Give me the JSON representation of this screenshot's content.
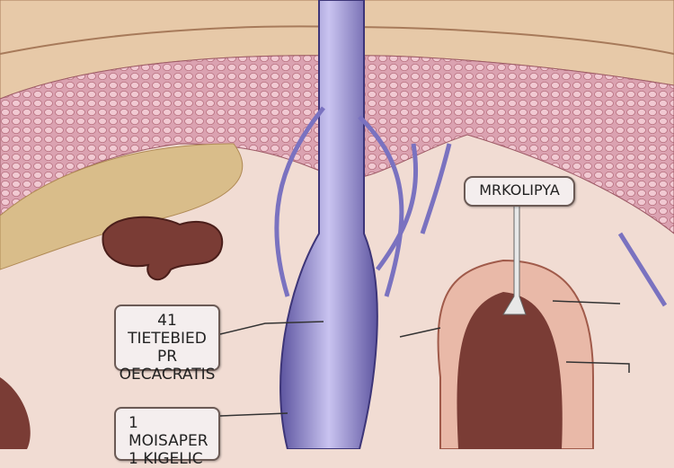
{
  "diagram": {
    "colors": {
      "skin_top": "#e7c9a8",
      "dermis": "#dba2b1",
      "vessel": "#8f83c9",
      "background": "#f1dcd3",
      "cavity": "#7a3c35"
    },
    "labels": [
      {
        "lines": [
          "41 TIETEBIED",
          "PR",
          "OECACRATIS"
        ]
      },
      {
        "lines": [
          "1  MOISAPER",
          "1  KIGELIC"
        ]
      },
      {
        "lines": [
          "MRKOLIPYA"
        ]
      }
    ]
  }
}
